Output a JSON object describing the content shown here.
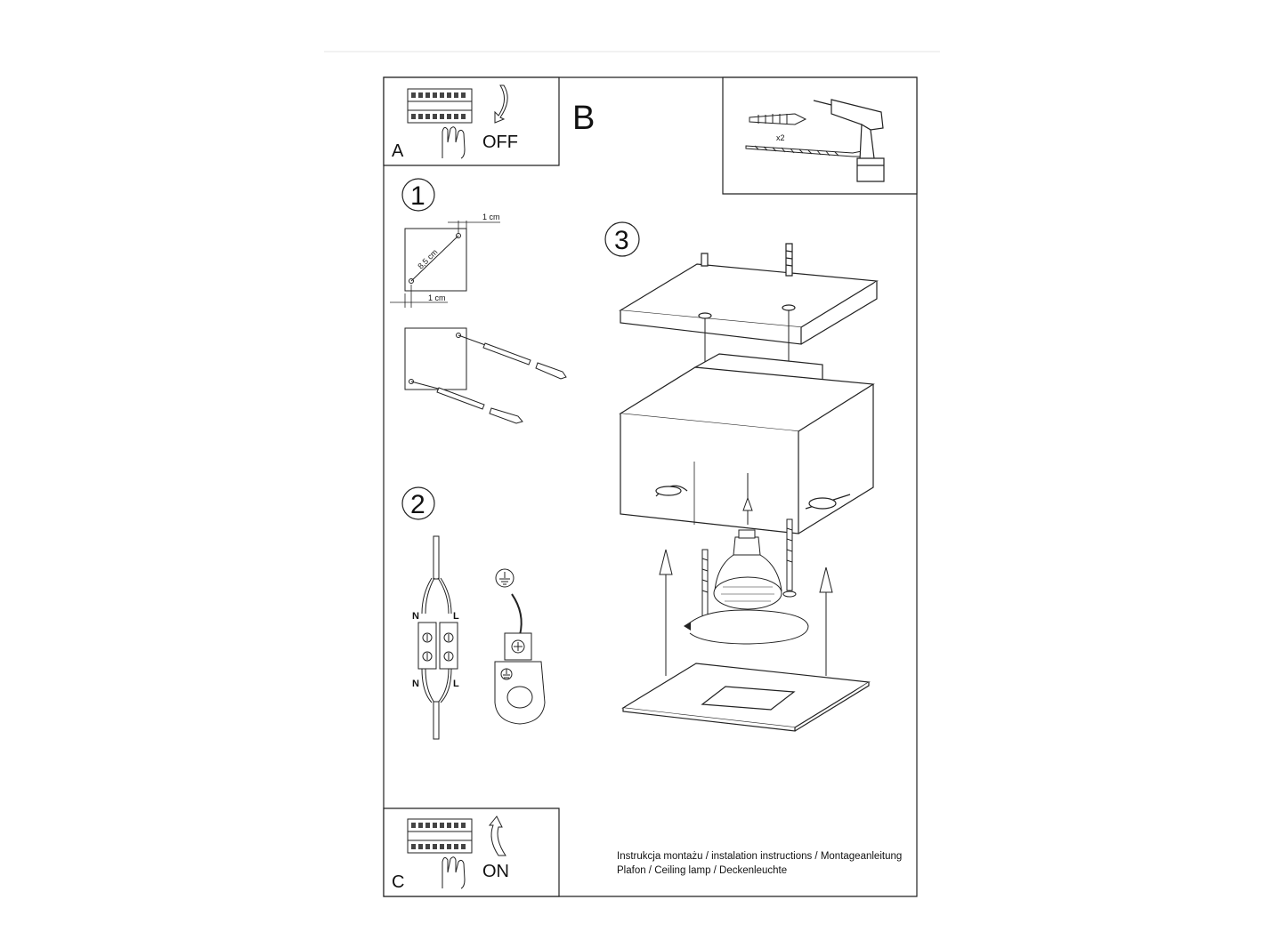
{
  "section_a": {
    "letter": "A",
    "action": "OFF"
  },
  "section_b": {
    "letter": "B",
    "qty": "x2"
  },
  "section_c": {
    "letter": "C",
    "action": "ON"
  },
  "step1": {
    "number": "1",
    "diag": "8,5 cm",
    "top_offset": "1 cm",
    "bottom_offset": "1 cm"
  },
  "step2": {
    "number": "2",
    "n_top": "N",
    "l_top": "L",
    "n_bottom": "N",
    "l_bottom": "L"
  },
  "step3": {
    "number": "3"
  },
  "footer": {
    "line1": "Instrukcja montażu / instalation instructions / Montageanleitung",
    "line2": "Plafon / Ceiling lamp / Deckenleuchte"
  }
}
